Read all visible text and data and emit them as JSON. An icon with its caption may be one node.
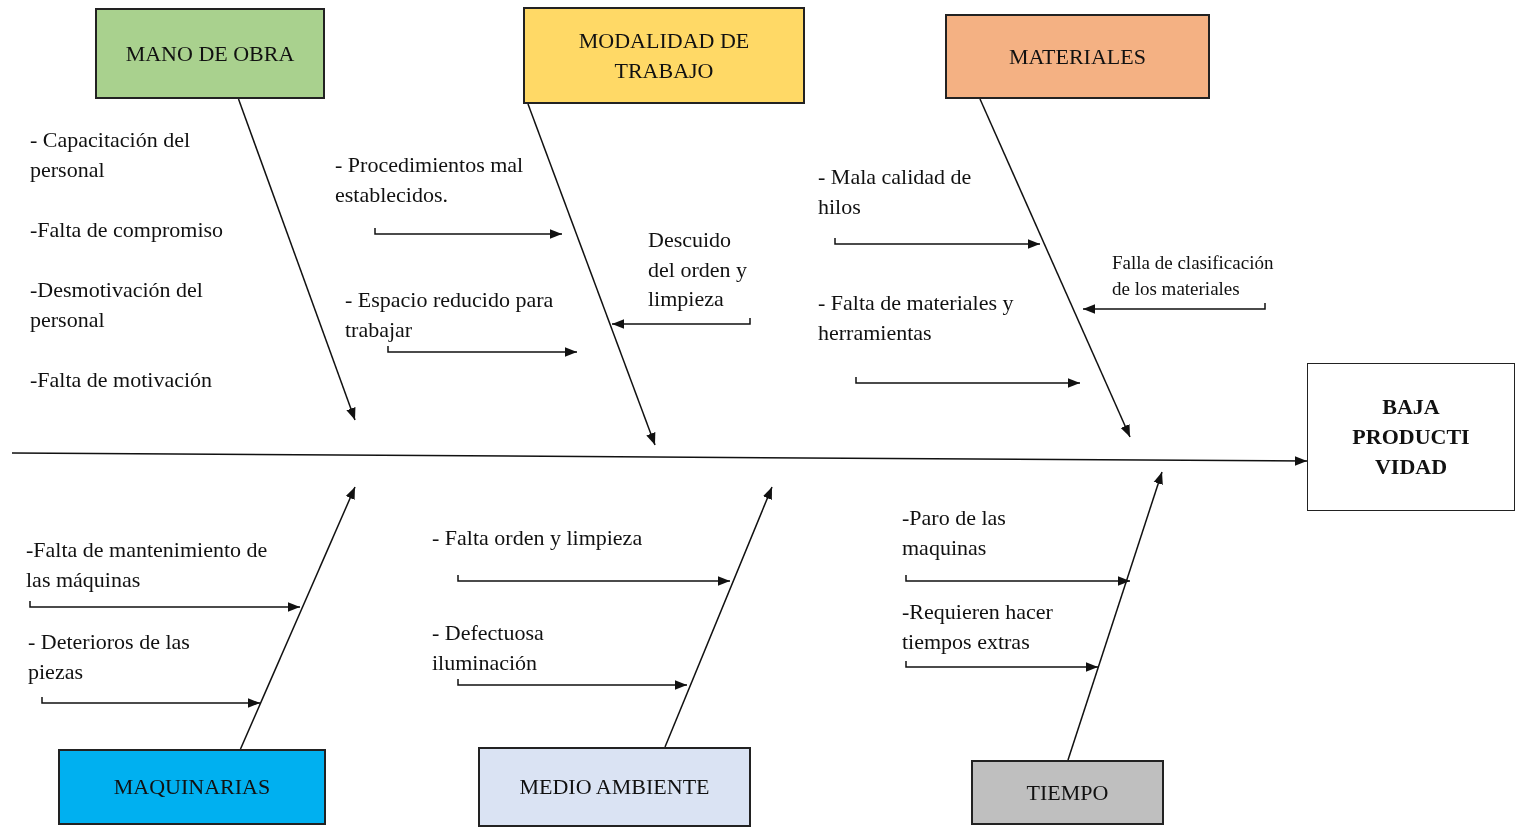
{
  "diagram": {
    "nodes": [
      {
        "text": [
          "MANO DE OBRA"
        ]
      },
      {
        "text": [
          "MODALIDAD DE TRABAJO"
        ]
      },
      {
        "text": [
          "MATERIALES"
        ]
      },
      {
        "text": [
          "BAJA PRODUCTI VIDAD"
        ]
      },
      {
        "text": [
          "MAQUINARIAS"
        ]
      },
      {
        "text": [
          "MEDIO AMBIENTE"
        ]
      },
      {
        "text": [
          "TIEMPO"
        ]
      },
      {
        "text": [
          "- Procedimientos mal establecidos."
        ]
      },
      {
        "text": [
          "Descuido del orden y limpieza"
        ]
      },
      {
        "text": [
          "- Espacio reducido para trabajar"
        ]
      },
      {
        "text": [
          "- Mala calidad de hilos"
        ]
      },
      {
        "text": [
          "- Falta de materiales y herramientas"
        ]
      },
      {
        "text": [
          "Falla de clasificación de los materiales"
        ]
      },
      {
        "text": [
          "-Falta de mantenimiento de las máquinas"
        ]
      },
      {
        "text": [
          "- Deterioros de las piezas"
        ]
      },
      {
        "text": [
          "- Falta orden y limpieza"
        ]
      },
      {
        "text": [
          "- Defectuosa iluminación"
        ]
      },
      {
        "text": [
          "-Paro de las maquinas"
        ]
      },
      {
        "text": [
          "-Requieren hacer tiempos extras"
        ]
      }
    ],
    "edges": [
      {
        "from": null,
        "to": 3,
        "arrow": "to"
      },
      {
        "from": 0,
        "to": null,
        "arrow": "to"
      },
      {
        "from": 1,
        "to": null,
        "arrow": "to"
      },
      {
        "from": 2,
        "to": null,
        "arrow": "to"
      },
      {
        "from": 4,
        "to": null,
        "arrow": "to"
      },
      {
        "from": 5,
        "to": null,
        "arrow": "to"
      },
      {
        "from": 6,
        "to": null,
        "arrow": "to"
      },
      {
        "from": 7,
        "to": null,
        "arrow": "to"
      },
      {
        "from": 8,
        "to": null,
        "arrow": "to"
      },
      {
        "from": 9,
        "to": null,
        "arrow": "to"
      },
      {
        "from": 10,
        "to": null,
        "arrow": "to"
      },
      {
        "from": 11,
        "to": null,
        "arrow": "to"
      },
      {
        "from": 12,
        "to": null,
        "arrow": "to"
      },
      {
        "from": 13,
        "to": null,
        "arrow": "to"
      },
      {
        "from": 14,
        "to": null,
        "arrow": "to"
      },
      {
        "from": 15,
        "to": null,
        "arrow": "to"
      },
      {
        "from": 16,
        "to": null,
        "arrow": "to"
      },
      {
        "from": 17,
        "to": null,
        "arrow": "to"
      },
      {
        "from": 18,
        "to": null,
        "arrow": "to"
      }
    ],
    "labels": [
      "- Capacitación del personal",
      "-Falta de compromiso",
      "-Desmotivación del personal",
      "-Falta de motivación"
    ]
  }
}
